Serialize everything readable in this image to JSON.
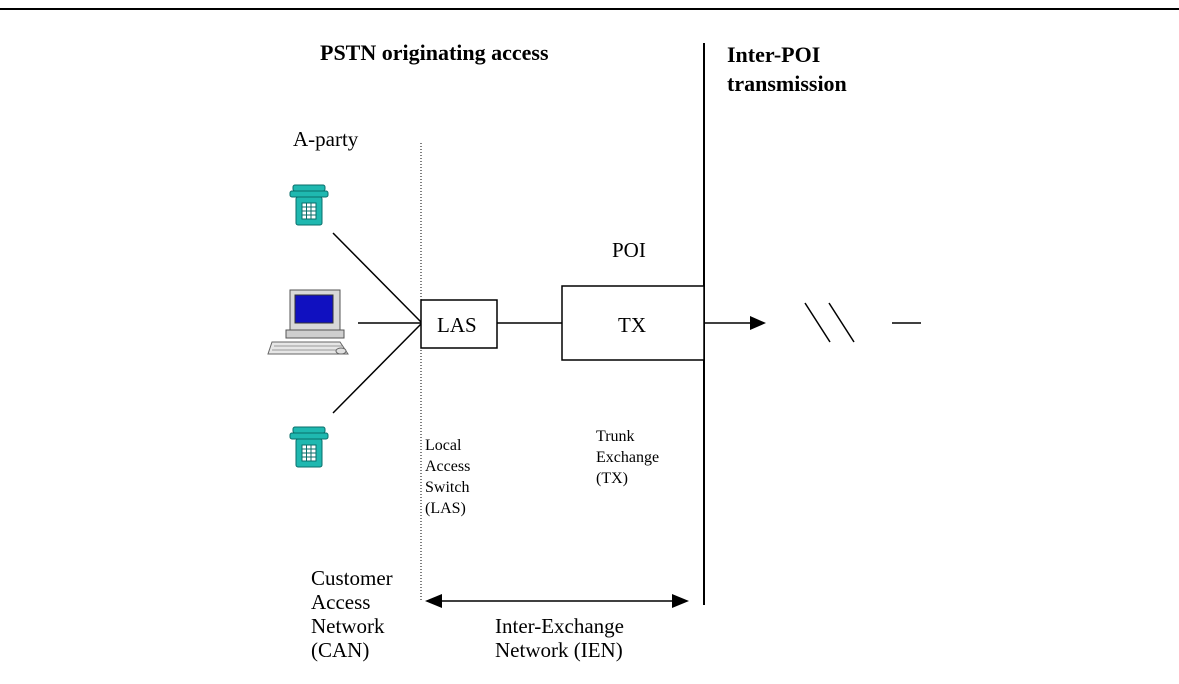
{
  "headers": {
    "left": "PSTN originating access",
    "right_line1": "Inter-POI",
    "right_line2": "transmission"
  },
  "labels": {
    "a_party": "A-party",
    "poi": "POI",
    "las_box": "LAS",
    "tx_box": "TX",
    "las_desc": [
      "Local",
      "Access",
      "Switch",
      "(LAS)"
    ],
    "tx_desc": [
      "Trunk",
      "Exchange",
      "(TX)"
    ],
    "can_desc": [
      "Customer",
      "Access",
      "Network",
      "(CAN)"
    ],
    "ien_desc": [
      "Inter-Exchange",
      "Network (IEN)"
    ]
  },
  "icons": {
    "phone_top": "telephone-icon",
    "computer": "desktop-computer-icon",
    "phone_bottom": "telephone-icon"
  },
  "colors": {
    "phone": "#1fb8b0",
    "phone_dark": "#0a6e6a",
    "screen": "#1010c0",
    "computer_body": "#d8d8d8"
  }
}
